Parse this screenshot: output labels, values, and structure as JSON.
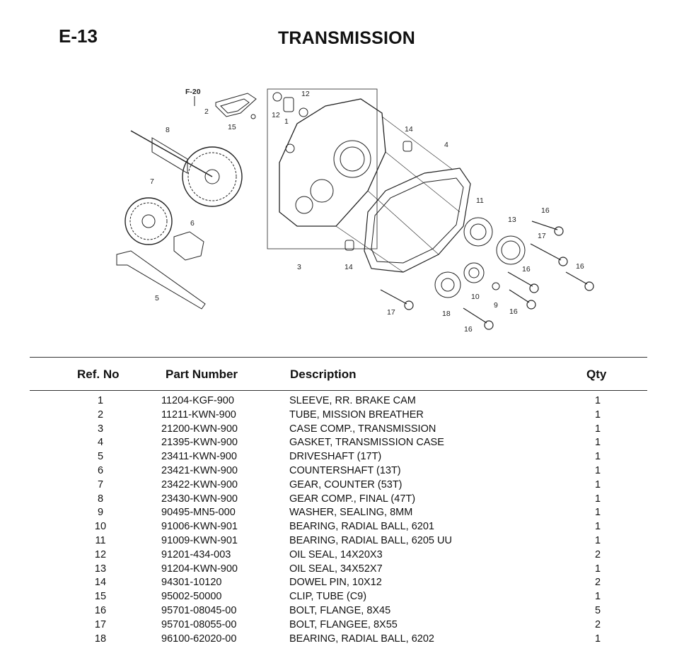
{
  "page": {
    "code": "E-13",
    "title": "TRANSMISSION"
  },
  "diagram": {
    "ref_tag": "F-20",
    "callouts": [
      "1",
      "2",
      "3",
      "4",
      "5",
      "6",
      "7",
      "8",
      "9",
      "10",
      "11",
      "12",
      "12",
      "13",
      "14",
      "14",
      "15",
      "16",
      "16",
      "16",
      "16",
      "16",
      "17",
      "17",
      "18"
    ]
  },
  "table": {
    "headers": {
      "ref": "Ref. No",
      "part": "Part Number",
      "desc": "Description",
      "qty": "Qty"
    },
    "rows": [
      {
        "ref": "1",
        "part": "11204-KGF-900",
        "desc": "SLEEVE, RR. BRAKE CAM",
        "qty": "1"
      },
      {
        "ref": "2",
        "part": "11211-KWN-900",
        "desc": "TUBE, MISSION BREATHER",
        "qty": "1"
      },
      {
        "ref": "3",
        "part": "21200-KWN-900",
        "desc": "CASE COMP., TRANSMISSION",
        "qty": "1"
      },
      {
        "ref": "4",
        "part": "21395-KWN-900",
        "desc": "GASKET, TRANSMISSION CASE",
        "qty": "1"
      },
      {
        "ref": "5",
        "part": "23411-KWN-900",
        "desc": "DRIVESHAFT (17T)",
        "qty": "1"
      },
      {
        "ref": "6",
        "part": "23421-KWN-900",
        "desc": "COUNTERSHAFT (13T)",
        "qty": "1"
      },
      {
        "ref": "7",
        "part": "23422-KWN-900",
        "desc": "GEAR, COUNTER (53T)",
        "qty": "1"
      },
      {
        "ref": "8",
        "part": "23430-KWN-900",
        "desc": "GEAR COMP., FINAL (47T)",
        "qty": "1"
      },
      {
        "ref": "9",
        "part": "90495-MN5-000",
        "desc": "WASHER, SEALING, 8MM",
        "qty": "1"
      },
      {
        "ref": "10",
        "part": "91006-KWN-901",
        "desc": "BEARING, RADIAL BALL, 6201",
        "qty": "1"
      },
      {
        "ref": "11",
        "part": "91009-KWN-901",
        "desc": "BEARING, RADIAL BALL, 6205 UU",
        "qty": "1"
      },
      {
        "ref": "12",
        "part": "91201-434-003",
        "desc": "OIL SEAL, 14X20X3",
        "qty": "2"
      },
      {
        "ref": "13",
        "part": "91204-KWN-900",
        "desc": "OIL SEAL, 34X52X7",
        "qty": "1"
      },
      {
        "ref": "14",
        "part": "94301-10120",
        "desc": "DOWEL PIN, 10X12",
        "qty": "2"
      },
      {
        "ref": "15",
        "part": "95002-50000",
        "desc": "CLIP, TUBE (C9)",
        "qty": "1"
      },
      {
        "ref": "16",
        "part": "95701-08045-00",
        "desc": "BOLT, FLANGE, 8X45",
        "qty": "5"
      },
      {
        "ref": "17",
        "part": "95701-08055-00",
        "desc": "BOLT, FLANGEE, 8X55",
        "qty": "2"
      },
      {
        "ref": "18",
        "part": "96100-62020-00",
        "desc": "BEARING, RADIAL BALL, 6202",
        "qty": "1"
      }
    ]
  }
}
